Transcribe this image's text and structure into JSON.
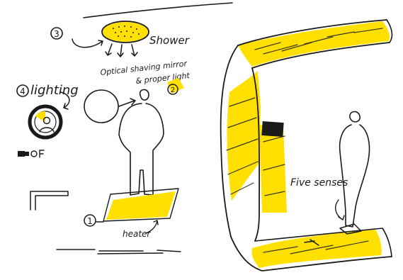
{
  "colors": {
    "ink": "#1a1a1a",
    "highlight": "#ffe000",
    "paper": "#ffffff"
  },
  "labels": {
    "num_3": "3",
    "shower": "Shower",
    "mirror_line1": "Optical shaving mirror",
    "mirror_line2": "& proper light",
    "num_2": "2",
    "num_4": "4",
    "lighting": "lighting",
    "num_1": "1",
    "heater": "heater",
    "five_senses": "Five senses"
  }
}
